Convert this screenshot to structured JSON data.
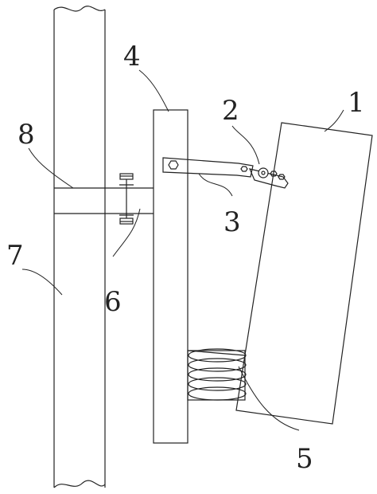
{
  "figure": {
    "callouts": {
      "n1": "1",
      "n2": "2",
      "n3": "3",
      "n4": "4",
      "n5": "5",
      "n6": "6",
      "n7": "7",
      "n8": "8"
    }
  }
}
